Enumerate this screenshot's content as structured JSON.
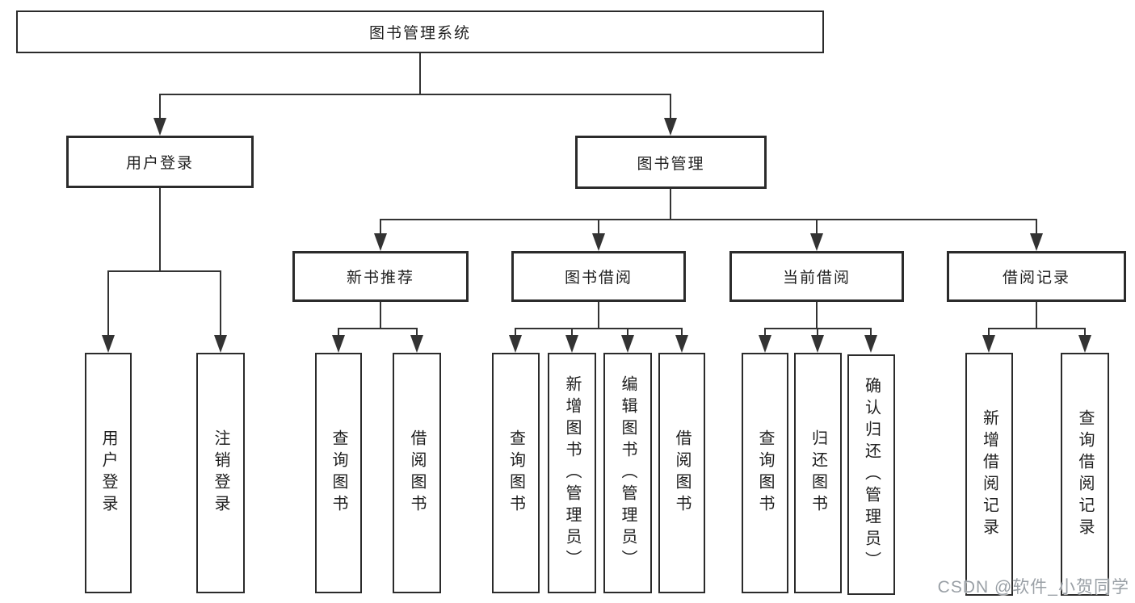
{
  "colors": {
    "line": "#333333",
    "box-border": "#2b2b2b",
    "text": "#1f1f1f",
    "bg": "#ffffff",
    "watermark": "#9aa0a6"
  },
  "diagram": {
    "root": {
      "label": "图书管理系统"
    },
    "level2": [
      {
        "label": "用户登录"
      },
      {
        "label": "图书管理"
      }
    ],
    "level3": [
      {
        "label": "新书推荐"
      },
      {
        "label": "图书借阅"
      },
      {
        "label": "当前借阅"
      },
      {
        "label": "借阅记录"
      }
    ],
    "leaves": [
      {
        "label": "用户登录"
      },
      {
        "label": "注销登录"
      },
      {
        "label": "查询图书"
      },
      {
        "label": "借阅图书"
      },
      {
        "label": "查询图书"
      },
      {
        "label": "新增图书（管理员）"
      },
      {
        "label": "编辑图书（管理员）"
      },
      {
        "label": "借阅图书"
      },
      {
        "label": "查询图书"
      },
      {
        "label": "归还图书"
      },
      {
        "label": "确认归还（管理员）"
      },
      {
        "label": "新增借阅记录"
      },
      {
        "label": "查询借阅记录"
      }
    ]
  },
  "watermark": "CSDN @软件_小贺同学"
}
